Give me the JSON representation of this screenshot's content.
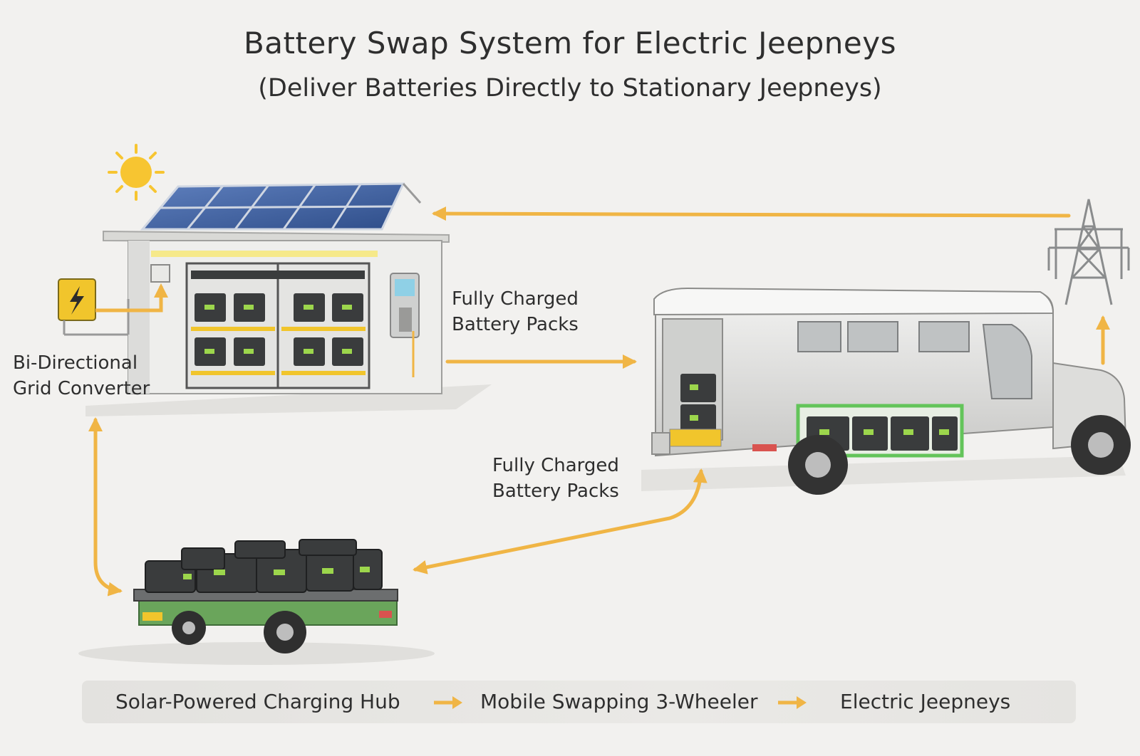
{
  "title": "Battery Swap System for Electric Jeepneys",
  "subtitle": "(Deliver Batteries Directly to Stationary Jeepneys)",
  "labels": {
    "converter": [
      "Bi-Directional",
      "Grid Converter"
    ],
    "packs_upper": [
      "Fully Charged",
      "Battery Packs"
    ],
    "packs_lower": [
      "Fully Charged",
      "Battery Packs"
    ]
  },
  "flow": [
    "Solar-Powered Charging Hub",
    "Mobile Swapping 3-Wheeler",
    "Electric Jeepneys"
  ],
  "colors": {
    "arrow": "#f0b545",
    "battery": "#3a3c3d",
    "battery_label": "#9cd64c",
    "cart_green": "#6aa55b",
    "solar_panel": "#3d5f9e",
    "jeepney_body": "#dcdcda",
    "sun": "#f7c531",
    "converter_box": "#f1c52c"
  },
  "icons": [
    "sun-icon",
    "solar-panel-icon",
    "lightning-icon",
    "transmission-tower-icon"
  ]
}
